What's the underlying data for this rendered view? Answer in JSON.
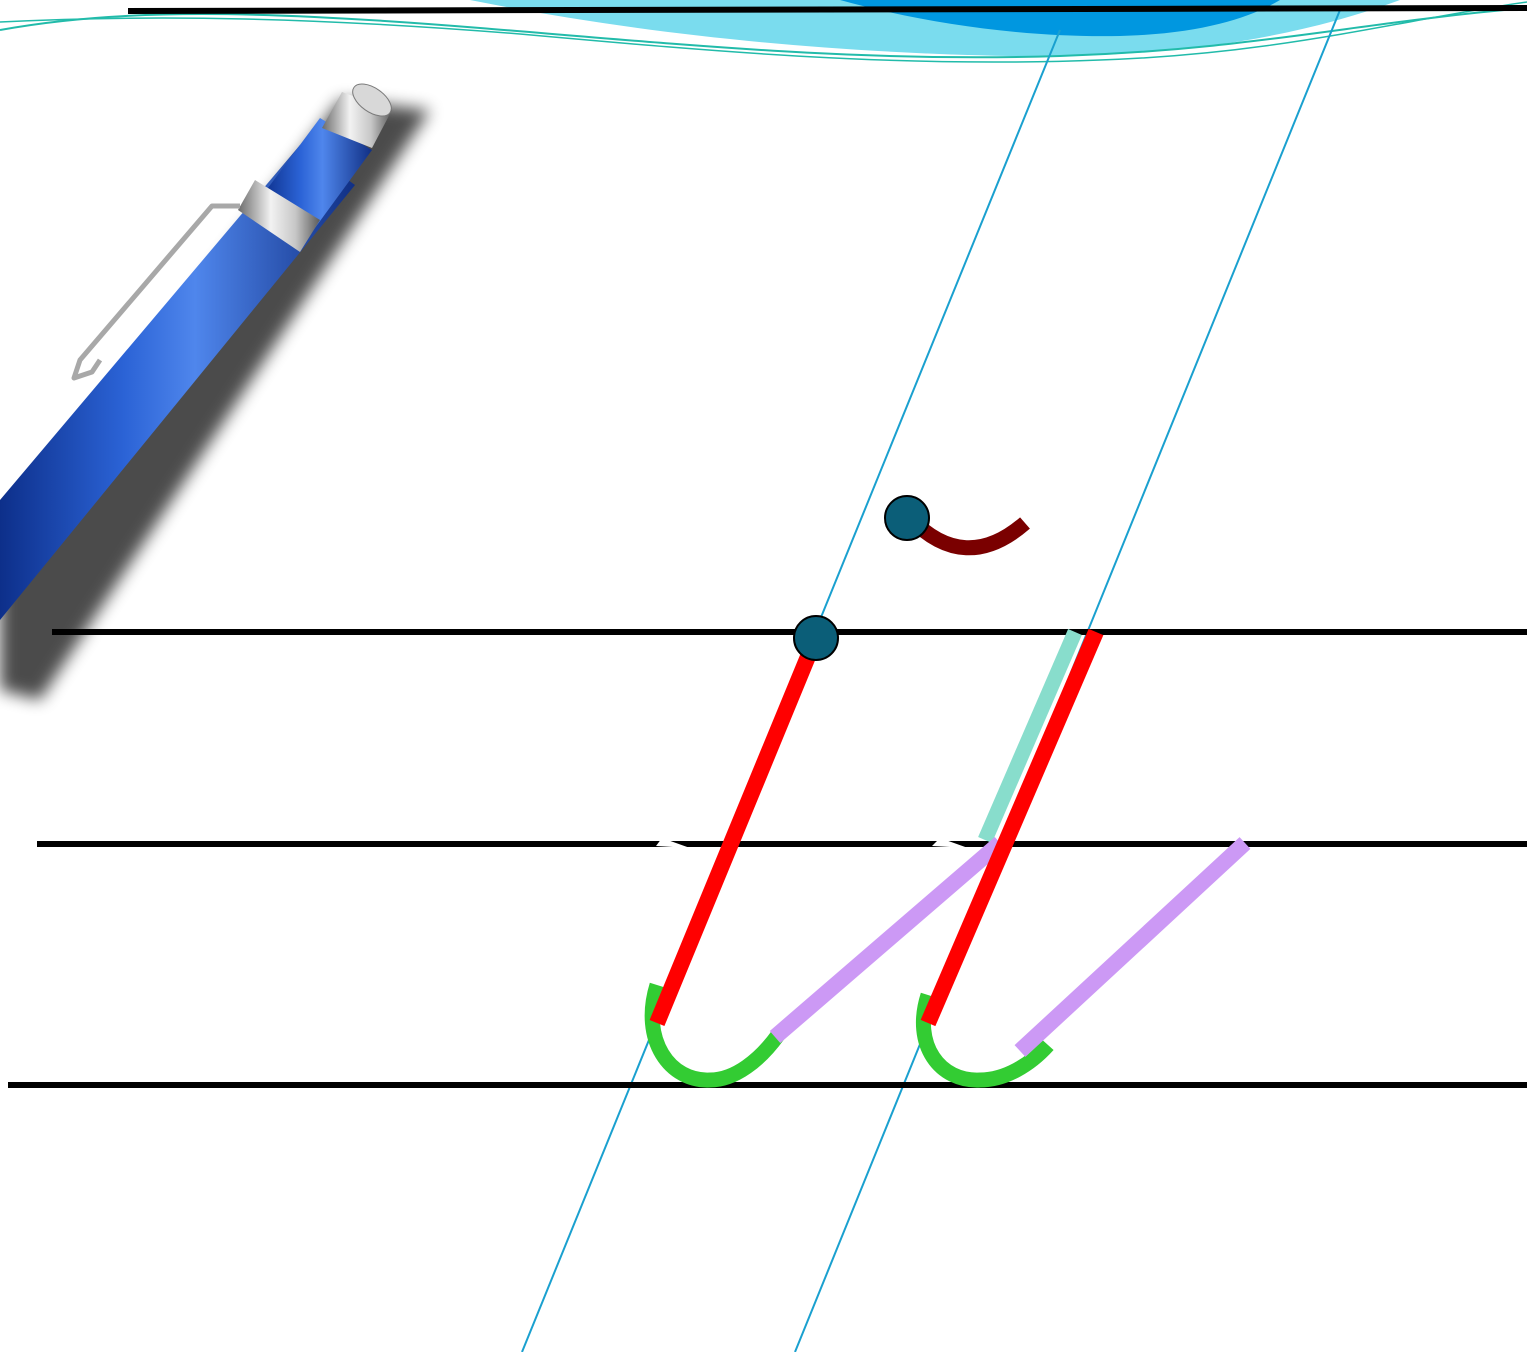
{
  "slide": {
    "kind": "handwriting-practice-slide",
    "letter_strokes": [
      {
        "name": "breve-arc",
        "color": "#7a0000"
      },
      {
        "name": "downstroke",
        "color": "#ff0000"
      },
      {
        "name": "bottom-hook",
        "color": "#33cc33"
      },
      {
        "name": "connecting-upstroke",
        "color": "#cc99f5"
      },
      {
        "name": "retrace-upstroke",
        "color": "#88ddcc"
      }
    ],
    "start_marker_color": "#0b5e78",
    "ruling_color": "#000000",
    "slant_guide_color": "#1aa0cf",
    "header_wave_colors": [
      "#0097e0",
      "#7adcee",
      "#22bbaa"
    ],
    "pencil": {
      "icon": "pencil-icon",
      "body_color": "#1e4fbf",
      "metal_color": "#b9b9b9"
    }
  }
}
